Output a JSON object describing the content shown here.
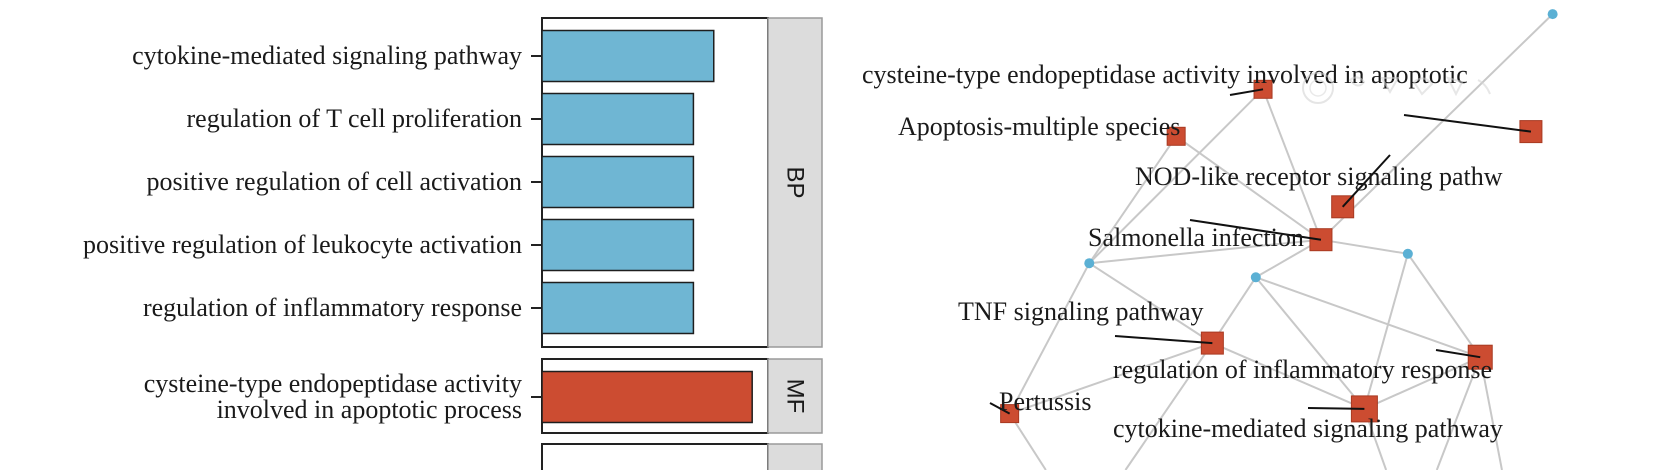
{
  "chart_data": [
    {
      "type": "bar",
      "orientation": "horizontal",
      "facets": [
        {
          "name": "BP",
          "categories": [
            "cytokine-mediated signaling pathway",
            "regulation of T cell proliferation",
            "positive regulation of cell activation",
            "positive regulation of leukocyte activation",
            "regulation of inflammatory response"
          ],
          "values": [
            0.76,
            0.67,
            0.67,
            0.67,
            0.67
          ],
          "color": "#6fb6d3"
        },
        {
          "name": "MF",
          "categories": [
            [
              "cysteine-type endopeptidase activity",
              "involved in apoptotic process"
            ]
          ],
          "values": [
            0.93
          ],
          "color": "#cc4c31"
        }
      ],
      "xlim": [
        0,
        1
      ]
    },
    {
      "type": "network",
      "colors": {
        "term": "#cc4c31",
        "gene": "#5bb0d4",
        "edge": "#c8c8c8"
      },
      "nodes": [
        {
          "id": "cysteine",
          "label": "cysteine-type endopeptidase activity involved in apoptotic",
          "kind": "term",
          "x": 0.83,
          "y": 0.72
        },
        {
          "id": "apoptosis",
          "label": "Apoptosis-multiple species",
          "kind": "term",
          "x": 0.46,
          "y": 0.81
        },
        {
          "id": "apo_node",
          "label": "",
          "kind": "term",
          "x": 0.34,
          "y": 0.71
        },
        {
          "id": "nod",
          "label": "NOD-like receptor signaling pathw",
          "kind": "term",
          "x": 0.57,
          "y": 0.56
        },
        {
          "id": "salmonella",
          "label": "Salmonella infection",
          "kind": "term",
          "x": 0.54,
          "y": 0.49
        },
        {
          "id": "tnf",
          "label": "TNF signaling pathway",
          "kind": "term",
          "x": 0.39,
          "y": 0.27
        },
        {
          "id": "inflam",
          "label": "regulation of inflammatory response",
          "kind": "term",
          "x": 0.76,
          "y": 0.24
        },
        {
          "id": "pertussis",
          "label": "Pertussis",
          "kind": "term",
          "x": 0.11,
          "y": 0.12
        },
        {
          "id": "cytokine",
          "label": "cytokine-mediated signaling pathway",
          "kind": "term",
          "x": 0.6,
          "y": 0.13
        },
        {
          "id": "g1",
          "label": "",
          "kind": "gene",
          "x": 0.86,
          "y": 0.97
        },
        {
          "id": "g2",
          "label": "",
          "kind": "gene",
          "x": 0.22,
          "y": 0.44
        },
        {
          "id": "g3",
          "label": "",
          "kind": "gene",
          "x": 0.66,
          "y": 0.46
        },
        {
          "id": "g4",
          "label": "",
          "kind": "gene",
          "x": 0.45,
          "y": 0.41
        }
      ],
      "edges": [
        [
          "g1",
          "salmonella"
        ],
        [
          "g2",
          "apo_node"
        ],
        [
          "g2",
          "apoptosis"
        ],
        [
          "g2",
          "salmonella"
        ],
        [
          "g2",
          "tnf"
        ],
        [
          "g2",
          "pertussis"
        ],
        [
          "apo_node",
          "salmonella"
        ],
        [
          "apoptosis",
          "salmonella"
        ],
        [
          "salmonella",
          "g4"
        ],
        [
          "salmonella",
          "g3"
        ],
        [
          "g3",
          "inflam"
        ],
        [
          "g3",
          "cytokine"
        ],
        [
          "g4",
          "tnf"
        ],
        [
          "g4",
          "inflam"
        ],
        [
          "g4",
          "cytokine"
        ],
        [
          "tnf",
          "cytokine"
        ],
        [
          "tnf",
          "pertussis"
        ],
        [
          "cytokine",
          "inflam"
        ]
      ]
    }
  ]
}
